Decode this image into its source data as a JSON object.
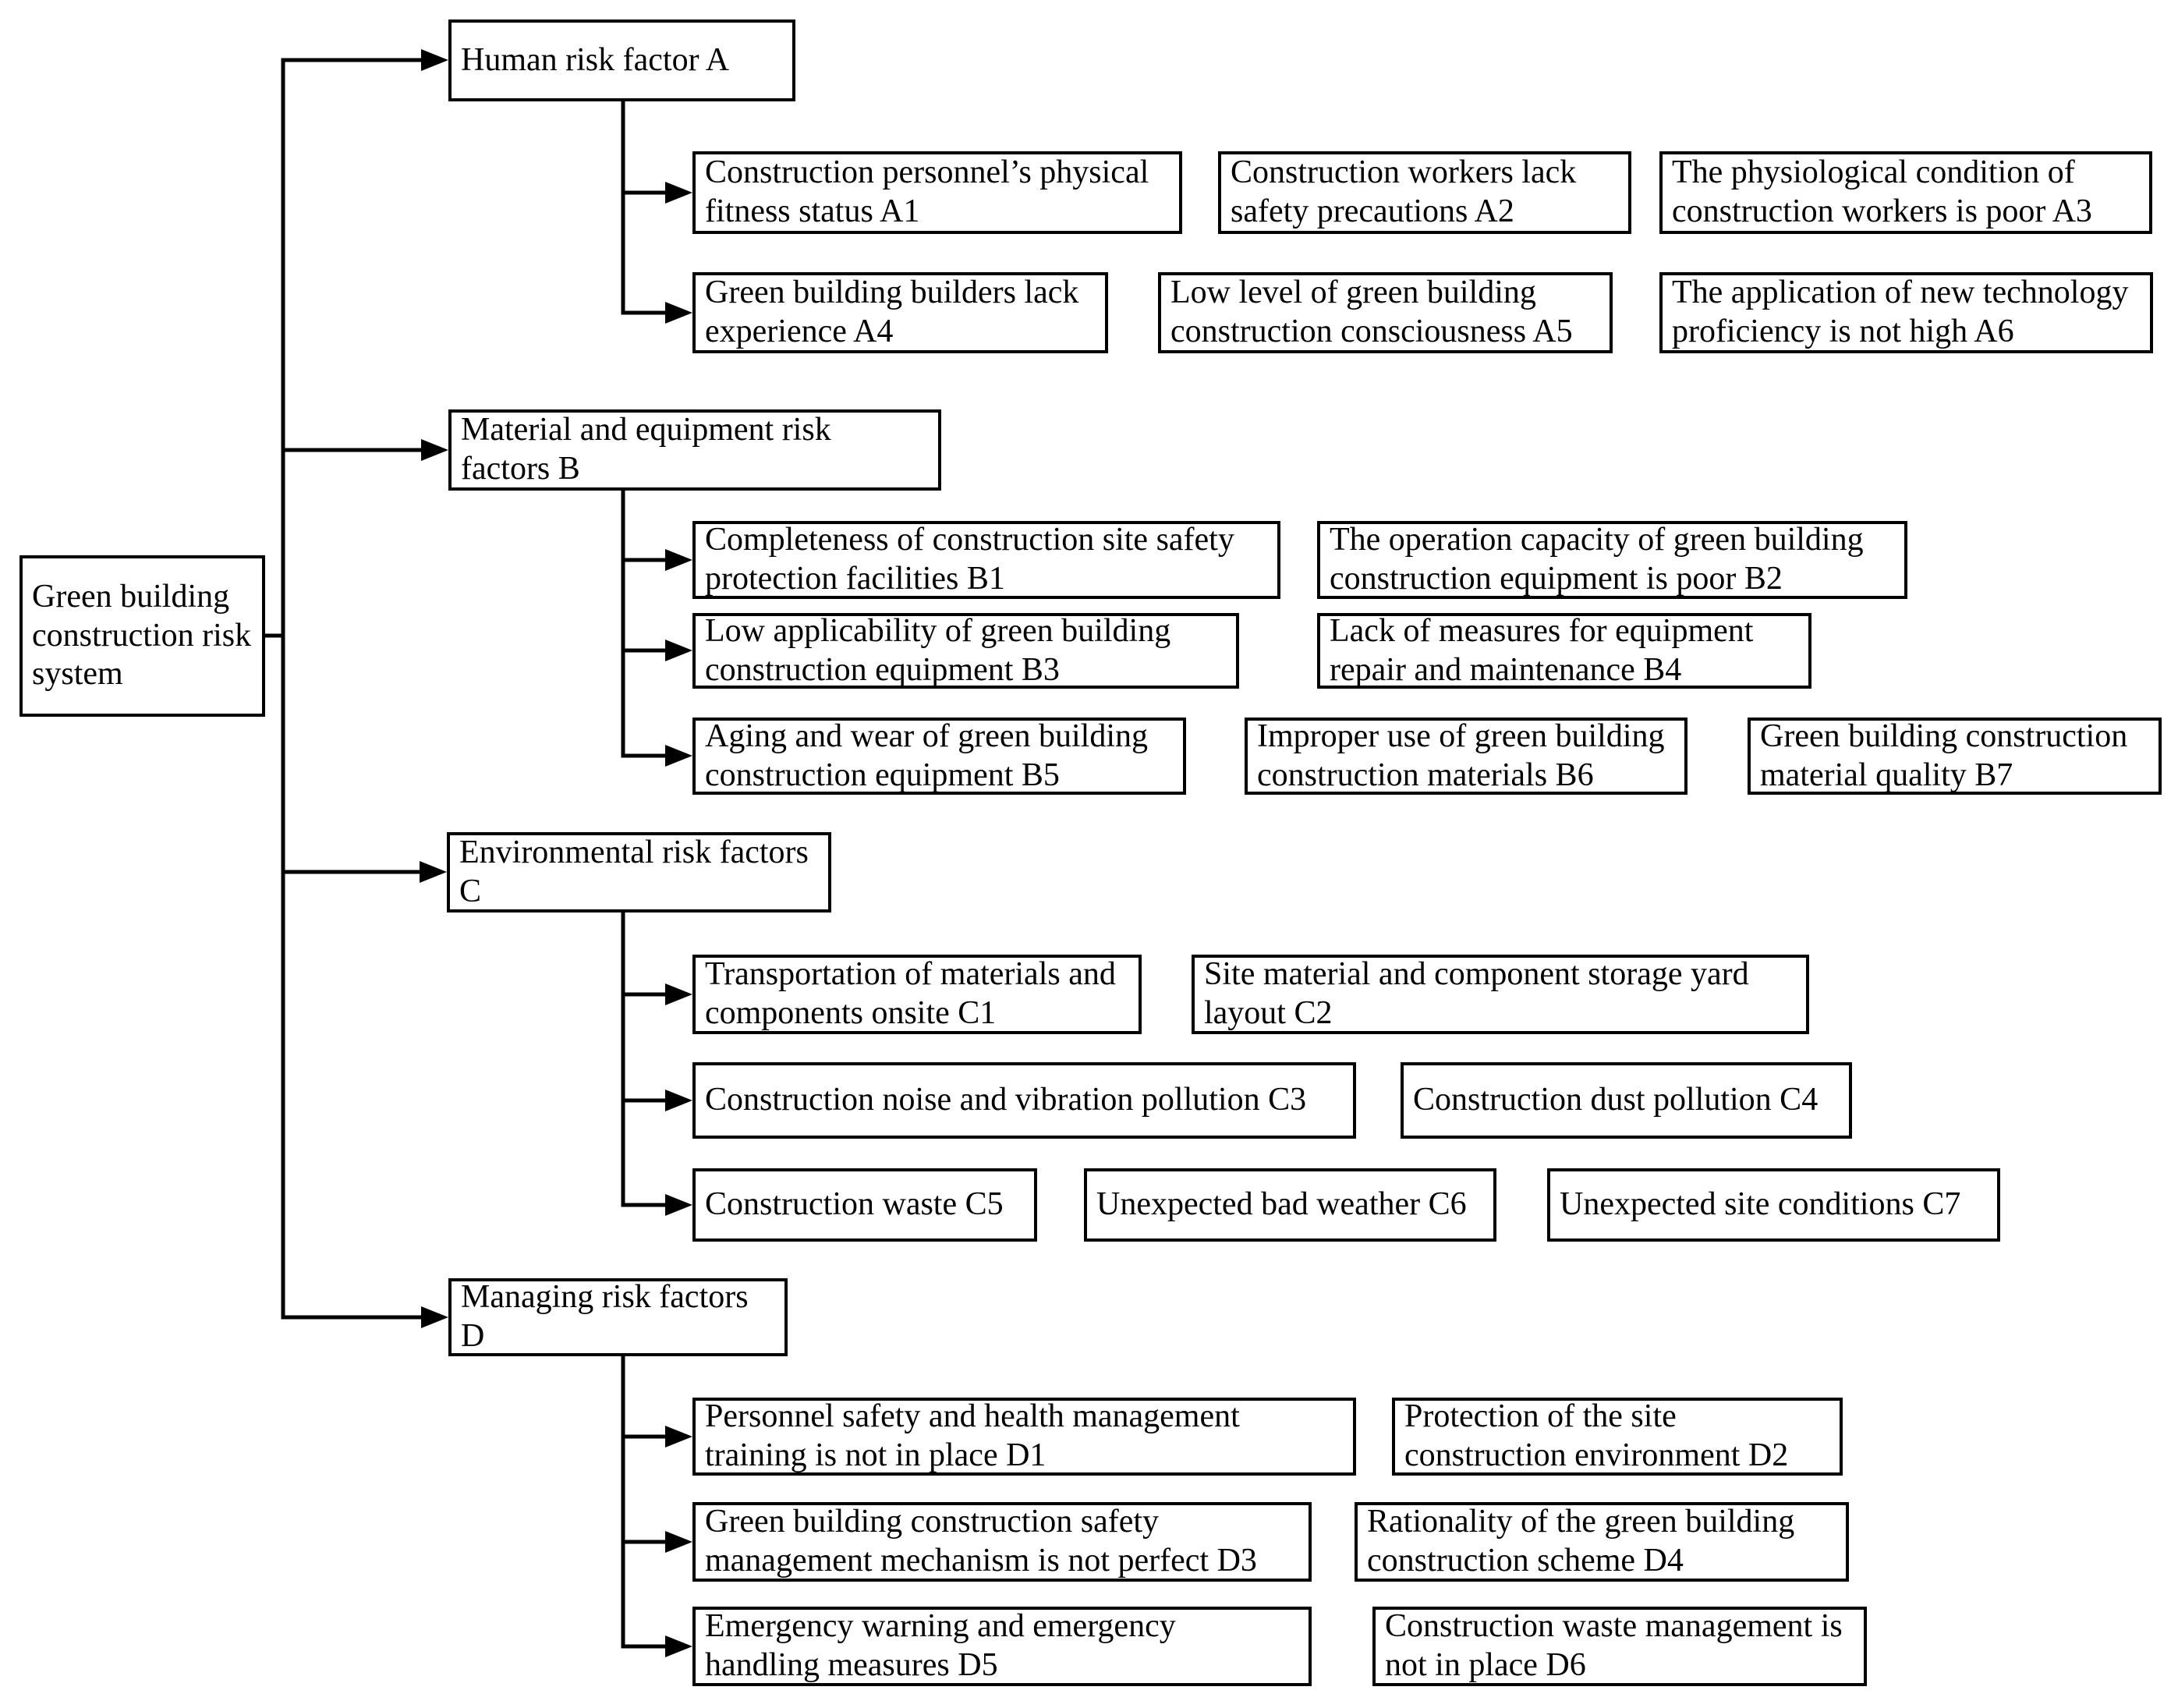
{
  "root": {
    "label": "Green building\nconstruction risk\nsystem"
  },
  "categories": [
    {
      "id": "A",
      "label": "Human risk factor A",
      "children": [
        {
          "id": "A1",
          "label": "Construction personnel’s physical\nfitness status A1"
        },
        {
          "id": "A2",
          "label": "Construction workers lack\nsafety precautions A2"
        },
        {
          "id": "A3",
          "label": "The physiological condition of\nconstruction workers is poor A3"
        },
        {
          "id": "A4",
          "label": "Green building builders lack\nexperience A4"
        },
        {
          "id": "A5",
          "label": "Low level of green building\nconstruction consciousness A5"
        },
        {
          "id": "A6",
          "label": "The application of new technology\nproficiency is not high A6"
        }
      ]
    },
    {
      "id": "B",
      "label": "Material and equipment risk\nfactors B",
      "children": [
        {
          "id": "B1",
          "label": "Completeness of construction site safety\nprotection facilities B1"
        },
        {
          "id": "B2",
          "label": "The operation capacity of green building\nconstruction equipment is poor B2"
        },
        {
          "id": "B3",
          "label": "Low applicability of green building\nconstruction equipment B3"
        },
        {
          "id": "B4",
          "label": "Lack of measures for equipment\nrepair and maintenance B4"
        },
        {
          "id": "B5",
          "label": "Aging and wear of green building\nconstruction equipment B5"
        },
        {
          "id": "B6",
          "label": "Improper use of green building\nconstruction materials B6"
        },
        {
          "id": "B7",
          "label": "Green building construction\nmaterial quality B7"
        }
      ]
    },
    {
      "id": "C",
      "label": "Environmental risk factors\nC",
      "children": [
        {
          "id": "C1",
          "label": "Transportation of materials and\ncomponents onsite C1"
        },
        {
          "id": "C2",
          "label": "Site material and component storage yard\nlayout C2"
        },
        {
          "id": "C3",
          "label": "Construction noise and vibration pollution C3"
        },
        {
          "id": "C4",
          "label": "Construction dust pollution C4"
        },
        {
          "id": "C5",
          "label": "Construction waste C5"
        },
        {
          "id": "C6",
          "label": "Unexpected bad weather C6"
        },
        {
          "id": "C7",
          "label": "Unexpected site conditions C7"
        }
      ]
    },
    {
      "id": "D",
      "label": "Managing risk factors\nD",
      "children": [
        {
          "id": "D1",
          "label": "Personnel safety and health management\ntraining is not in place D1"
        },
        {
          "id": "D2",
          "label": "Protection of the site\nconstruction environment D2"
        },
        {
          "id": "D3",
          "label": "Green building construction safety\nmanagement mechanism is not perfect D3"
        },
        {
          "id": "D4",
          "label": "Rationality of the green building\nconstruction scheme D4"
        },
        {
          "id": "D5",
          "label": "Emergency warning and emergency\nhandling measures D5"
        },
        {
          "id": "D6",
          "label": "Construction waste management is\nnot in place D6"
        }
      ]
    }
  ]
}
